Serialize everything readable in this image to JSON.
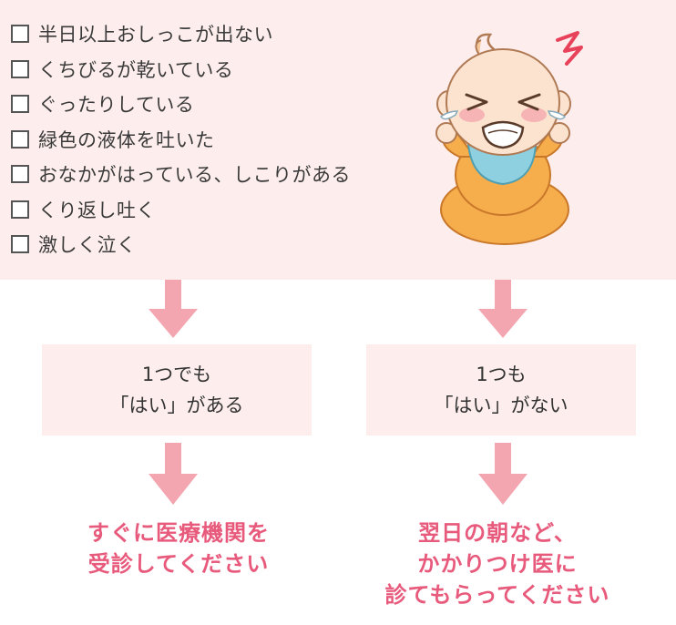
{
  "checklist": {
    "items": [
      "半日以上おしっこが出ない",
      "くちびるが乾いている",
      "ぐったりしている",
      "緑色の液体を吐いた",
      "おなかがはっている、しこりがある",
      "くり返し吐く",
      "激しく泣く"
    ]
  },
  "branches": {
    "left": {
      "condition_line1": "1つでも",
      "condition_line2": "「はい」がある",
      "advice_line1": "すぐに医療機関を",
      "advice_line2": "受診してください"
    },
    "right": {
      "condition_line1": "1つも",
      "condition_line2": "「はい」がない",
      "advice_line1": "翌日の朝など、",
      "advice_line2": "かかりつけ医に",
      "advice_line3": "診てもらってください"
    }
  },
  "colors": {
    "panel_background": "#fdeeed",
    "arrow": "#f4a6b0",
    "advice_text": "#e85a7c",
    "baby_skin": "#fbe3cf",
    "baby_suit": "#f6ad4c",
    "baby_bib": "#8fd0e0"
  }
}
